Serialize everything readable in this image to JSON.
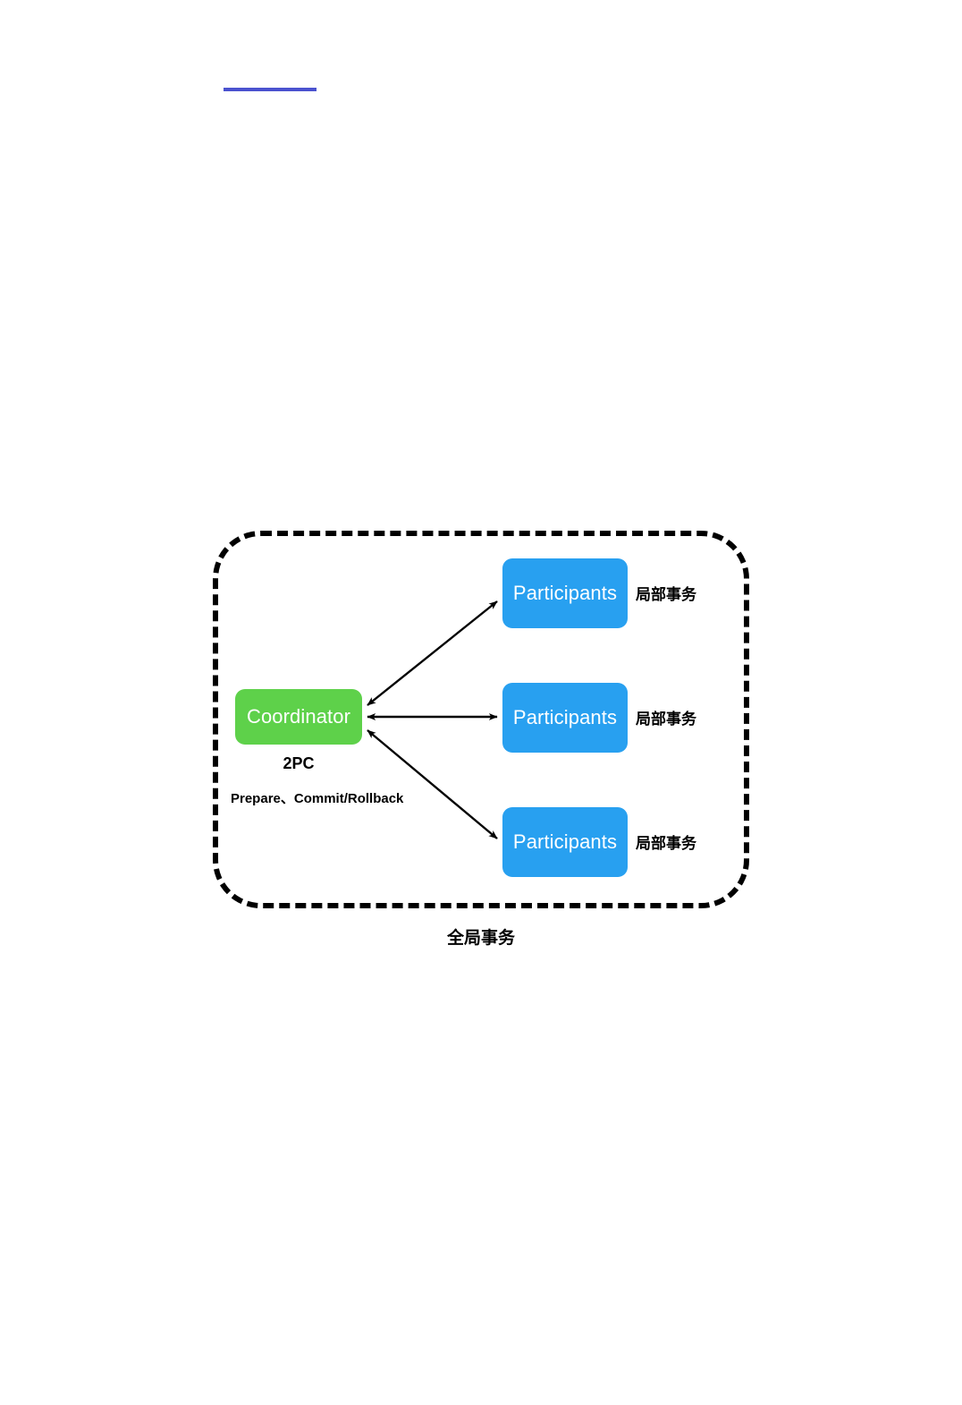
{
  "page": {
    "background_color": "#ffffff",
    "top_link": {
      "text": "",
      "color": "#4a52cf"
    }
  },
  "diagram": {
    "type": "two-phase-commit-architecture",
    "boundary": {
      "style": "dashed",
      "color": "#000000",
      "caption": "全局事务"
    },
    "coordinator": {
      "label": "Coordinator",
      "color": "#5ed14a",
      "text_color": "#ffffff",
      "protocol_label": "2PC",
      "phase_label": "Prepare、Commit/Rollback"
    },
    "participants": [
      {
        "label": "Participants",
        "color": "#28a0f0",
        "text_color": "#ffffff",
        "side_label": "局部事务"
      },
      {
        "label": "Participants",
        "color": "#28a0f0",
        "text_color": "#ffffff",
        "side_label": "局部事务"
      },
      {
        "label": "Participants",
        "color": "#28a0f0",
        "text_color": "#ffffff",
        "side_label": "局部事务"
      }
    ],
    "connectors": [
      {
        "from": "coordinator",
        "to": "participant-1",
        "arrowheads": "both"
      },
      {
        "from": "coordinator",
        "to": "participant-2",
        "arrowheads": "both"
      },
      {
        "from": "coordinator",
        "to": "participant-3",
        "arrowheads": "both"
      }
    ]
  }
}
